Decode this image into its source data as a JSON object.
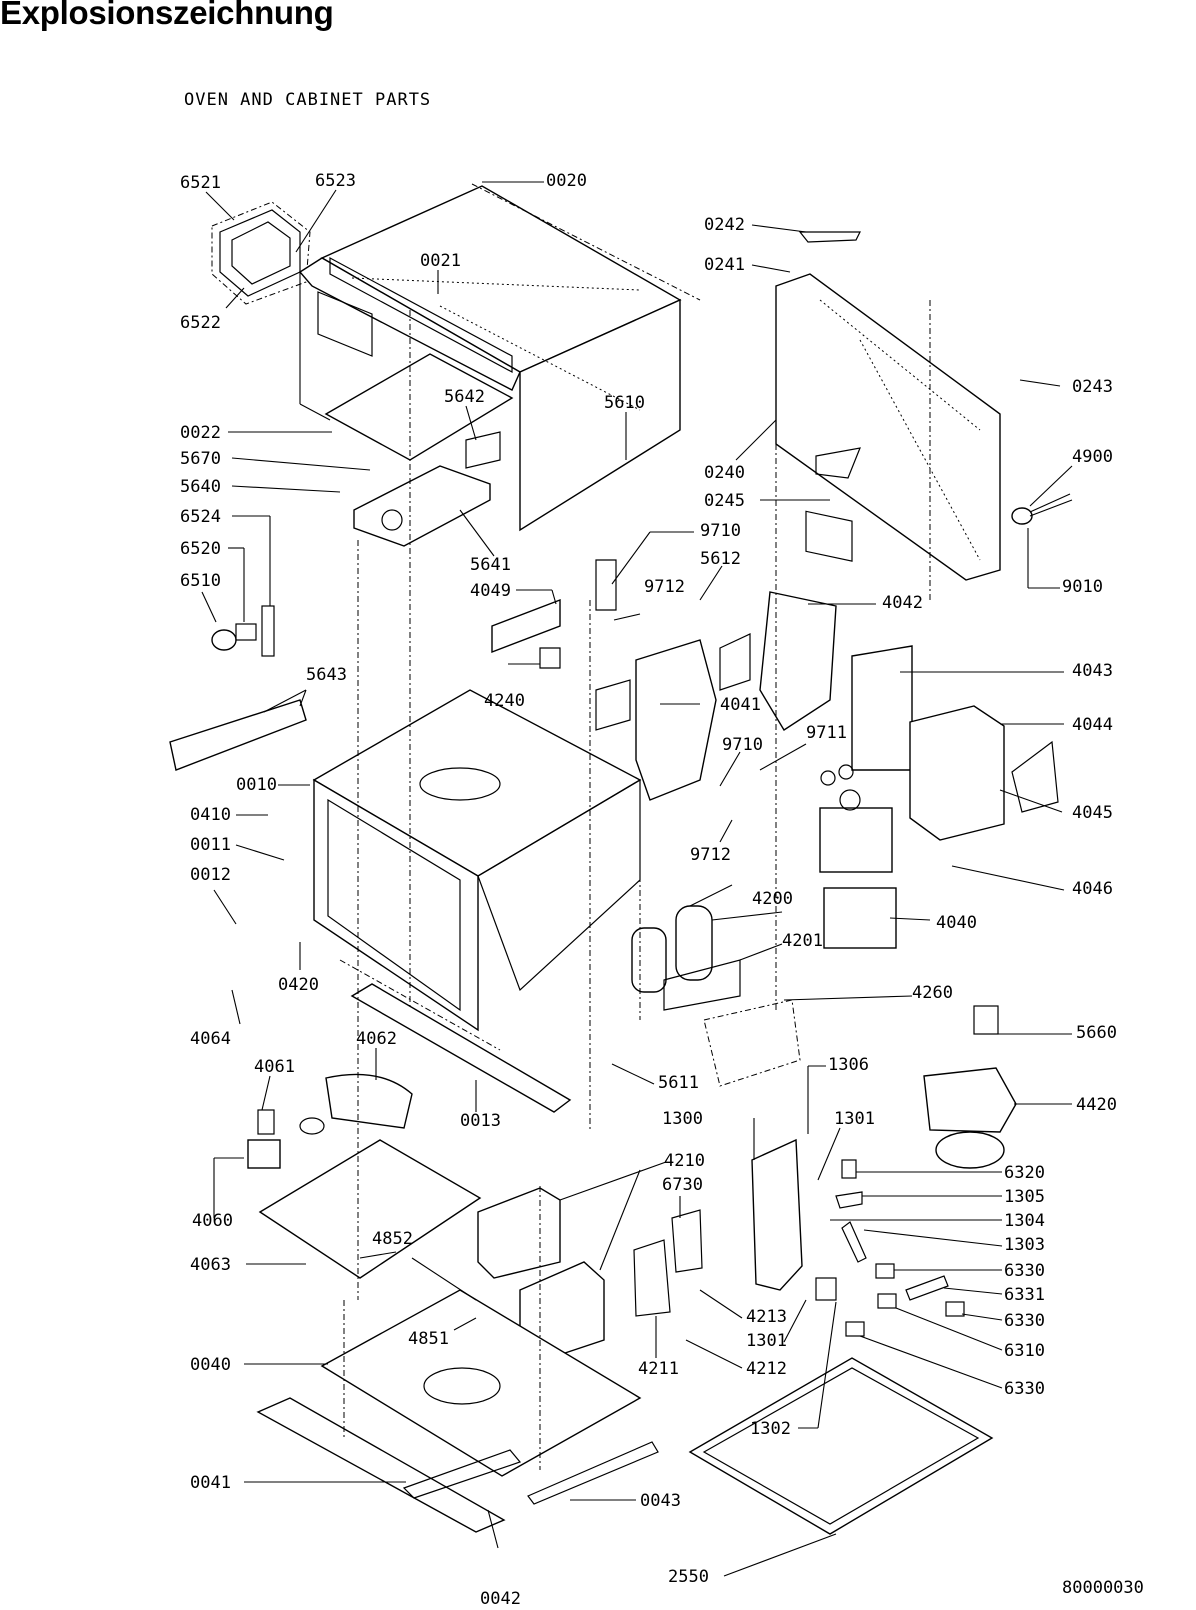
{
  "header": {
    "title": "Explosionszeichnung",
    "subtitle": "OVEN AND CABINET PARTS",
    "document_number": "80000030"
  },
  "part_labels": [
    "6521",
    "6523",
    "0020",
    "6522",
    "0021",
    "0242",
    "0241",
    "0243",
    "5642",
    "5610",
    "0022",
    "5670",
    "5640",
    "6524",
    "6520",
    "6510",
    "5641",
    "0240",
    "0245",
    "4900",
    "9010",
    "9710",
    "5612",
    "4049",
    "9712",
    "4042",
    "4043",
    "4240",
    "5643",
    "4041",
    "4044",
    "9710",
    "9711",
    "0010",
    "0410",
    "4045",
    "0011",
    "9712",
    "0012",
    "4046",
    "4200",
    "4040",
    "4201",
    "0420",
    "4260",
    "4064",
    "5660",
    "4062",
    "5611",
    "1306",
    "4061",
    "0013",
    "4420",
    "1300",
    "1301",
    "6320",
    "4210",
    "4060",
    "1305",
    "6730",
    "1304",
    "4852",
    "1303",
    "4063",
    "6330",
    "6331",
    "4213",
    "6330",
    "4851",
    "1301",
    "6310",
    "4211",
    "4212",
    "0040",
    "6330",
    "1302",
    "0041",
    "0043",
    "2550",
    "0042"
  ]
}
